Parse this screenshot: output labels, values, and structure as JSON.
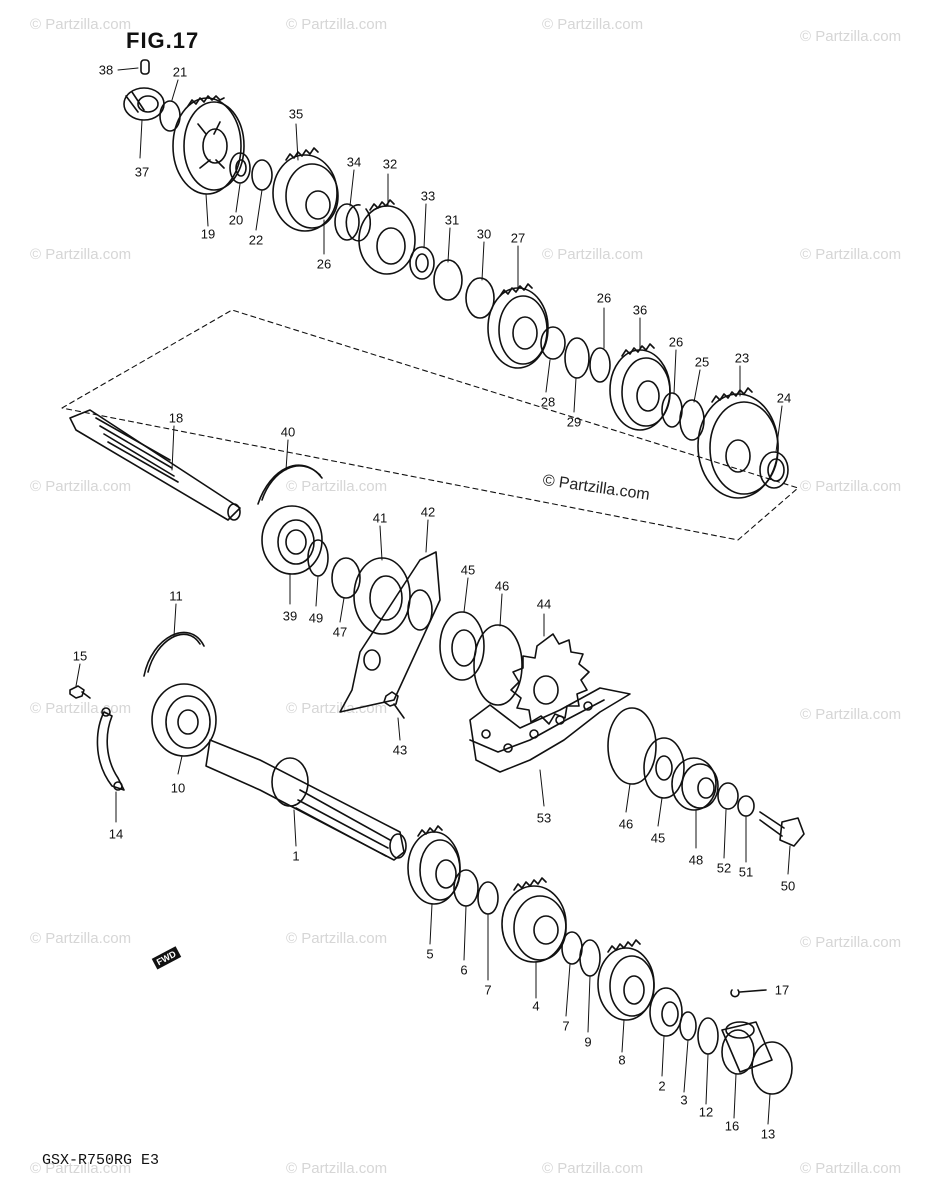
{
  "figure": {
    "title": "FIG.17",
    "model": "GSX-R750RG E3",
    "copyright": "© Partzilla.com",
    "watermark": "© Partzilla.com",
    "forward_marker": "FWD"
  },
  "callouts": [
    {
      "num": "38"
    },
    {
      "num": "21"
    },
    {
      "num": "37"
    },
    {
      "num": "19"
    },
    {
      "num": "20"
    },
    {
      "num": "22"
    },
    {
      "num": "35"
    },
    {
      "num": "34"
    },
    {
      "num": "26"
    },
    {
      "num": "32"
    },
    {
      "num": "33"
    },
    {
      "num": "31"
    },
    {
      "num": "30"
    },
    {
      "num": "27"
    },
    {
      "num": "26"
    },
    {
      "num": "36"
    },
    {
      "num": "26"
    },
    {
      "num": "28"
    },
    {
      "num": "29"
    },
    {
      "num": "25"
    },
    {
      "num": "23"
    },
    {
      "num": "24"
    },
    {
      "num": "18"
    },
    {
      "num": "40"
    },
    {
      "num": "41"
    },
    {
      "num": "42"
    },
    {
      "num": "39"
    },
    {
      "num": "49"
    },
    {
      "num": "47"
    },
    {
      "num": "45"
    },
    {
      "num": "46"
    },
    {
      "num": "44"
    },
    {
      "num": "11"
    },
    {
      "num": "15"
    },
    {
      "num": "10"
    },
    {
      "num": "14"
    },
    {
      "num": "43"
    },
    {
      "num": "53"
    },
    {
      "num": "46"
    },
    {
      "num": "45"
    },
    {
      "num": "48"
    },
    {
      "num": "52"
    },
    {
      "num": "51"
    },
    {
      "num": "50"
    },
    {
      "num": "1"
    },
    {
      "num": "5"
    },
    {
      "num": "6"
    },
    {
      "num": "7"
    },
    {
      "num": "4"
    },
    {
      "num": "7"
    },
    {
      "num": "9"
    },
    {
      "num": "8"
    },
    {
      "num": "17"
    },
    {
      "num": "2"
    },
    {
      "num": "3"
    },
    {
      "num": "12"
    },
    {
      "num": "16"
    },
    {
      "num": "13"
    }
  ]
}
